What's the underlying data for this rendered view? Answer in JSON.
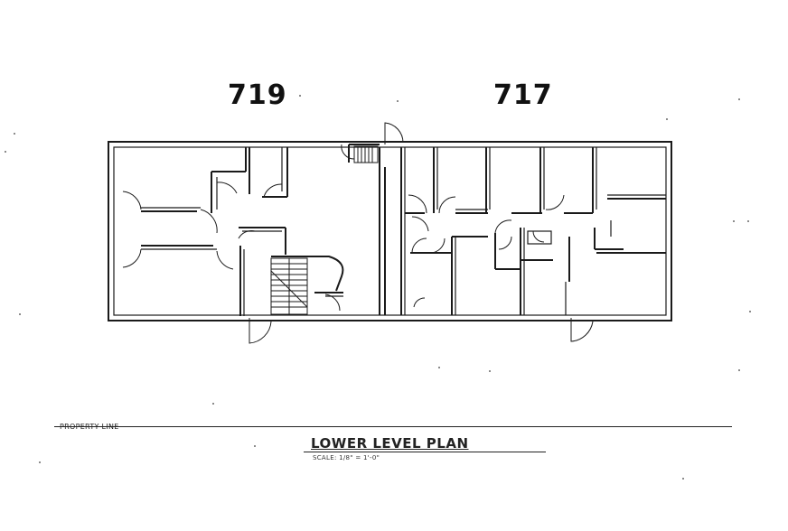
{
  "units": {
    "left_label": "719",
    "right_label": "717"
  },
  "property_line_label": "PROPERTY LINE",
  "plan_title": "LOWER LEVEL PLAN",
  "scale_note": "SCALE: 1/8\" = 1'-0\""
}
